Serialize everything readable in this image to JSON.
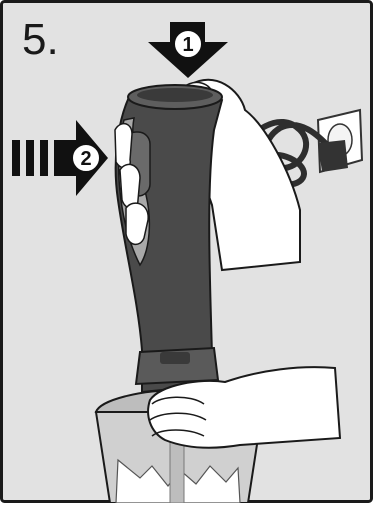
{
  "step": {
    "number": "5."
  },
  "markers": [
    {
      "label": "1",
      "direction": "down"
    },
    {
      "label": "2",
      "direction": "right"
    }
  ],
  "colors": {
    "panel_bg": "#e2e2e2",
    "frame": "#1a1a1a",
    "handle_dark": "#4a4a4a",
    "handle_mid": "#6a6a6a",
    "grip_light": "#a9a9a9",
    "skin": "#ffffff",
    "arrow": "#111111",
    "socket": "#ffffff"
  }
}
